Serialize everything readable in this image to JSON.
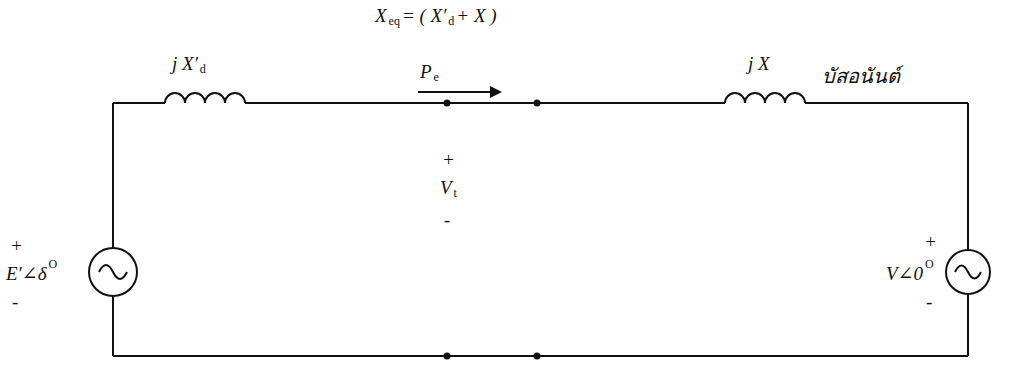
{
  "diagram": {
    "labels": [
      "X",
      "eq",
      "= ( X′",
      "d",
      "+ X )",
      "j X′",
      "d",
      "P",
      "e",
      "j X",
      "บัสอนันต์",
      "+",
      "E′∠δ",
      "O",
      "-",
      "+",
      "V",
      "t",
      "-",
      "+",
      "V∠0",
      "O",
      "-"
    ]
  }
}
